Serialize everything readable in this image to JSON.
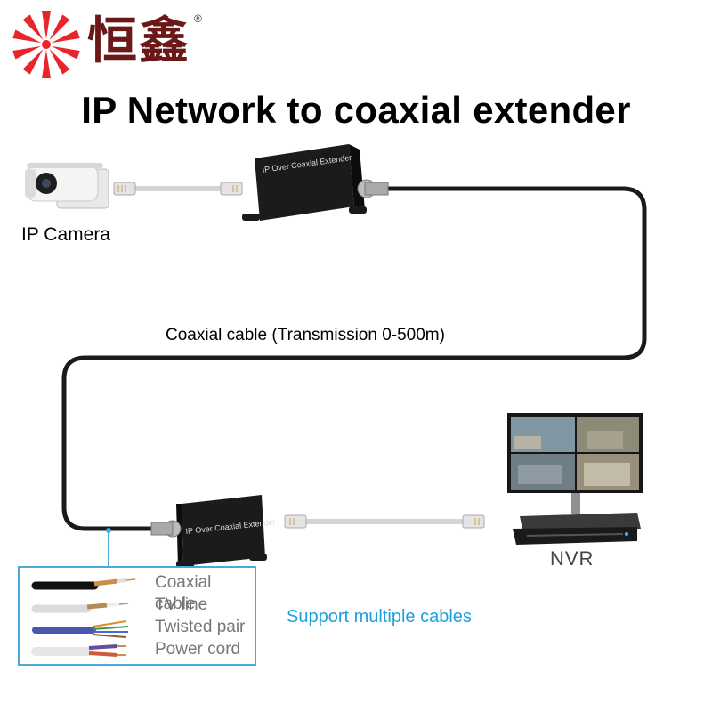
{
  "brand": {
    "name": "恒鑫",
    "registered_mark": "®",
    "logo_color": "#e8252a",
    "text_color": "#6b1818"
  },
  "title": "IP Network to coaxial extender",
  "devices": {
    "camera_label": "IP Camera",
    "extender_label": "IP Over Coaxial Extender",
    "nvr_label": "NVR"
  },
  "cable": {
    "label": "Coaxial cable (Transmission 0-500m)"
  },
  "support": {
    "label": "Support multiple cables",
    "color": "#1ea0e0",
    "cables": [
      "Coaxial cable",
      "TV line",
      "Twisted pair",
      "Power cord"
    ]
  }
}
